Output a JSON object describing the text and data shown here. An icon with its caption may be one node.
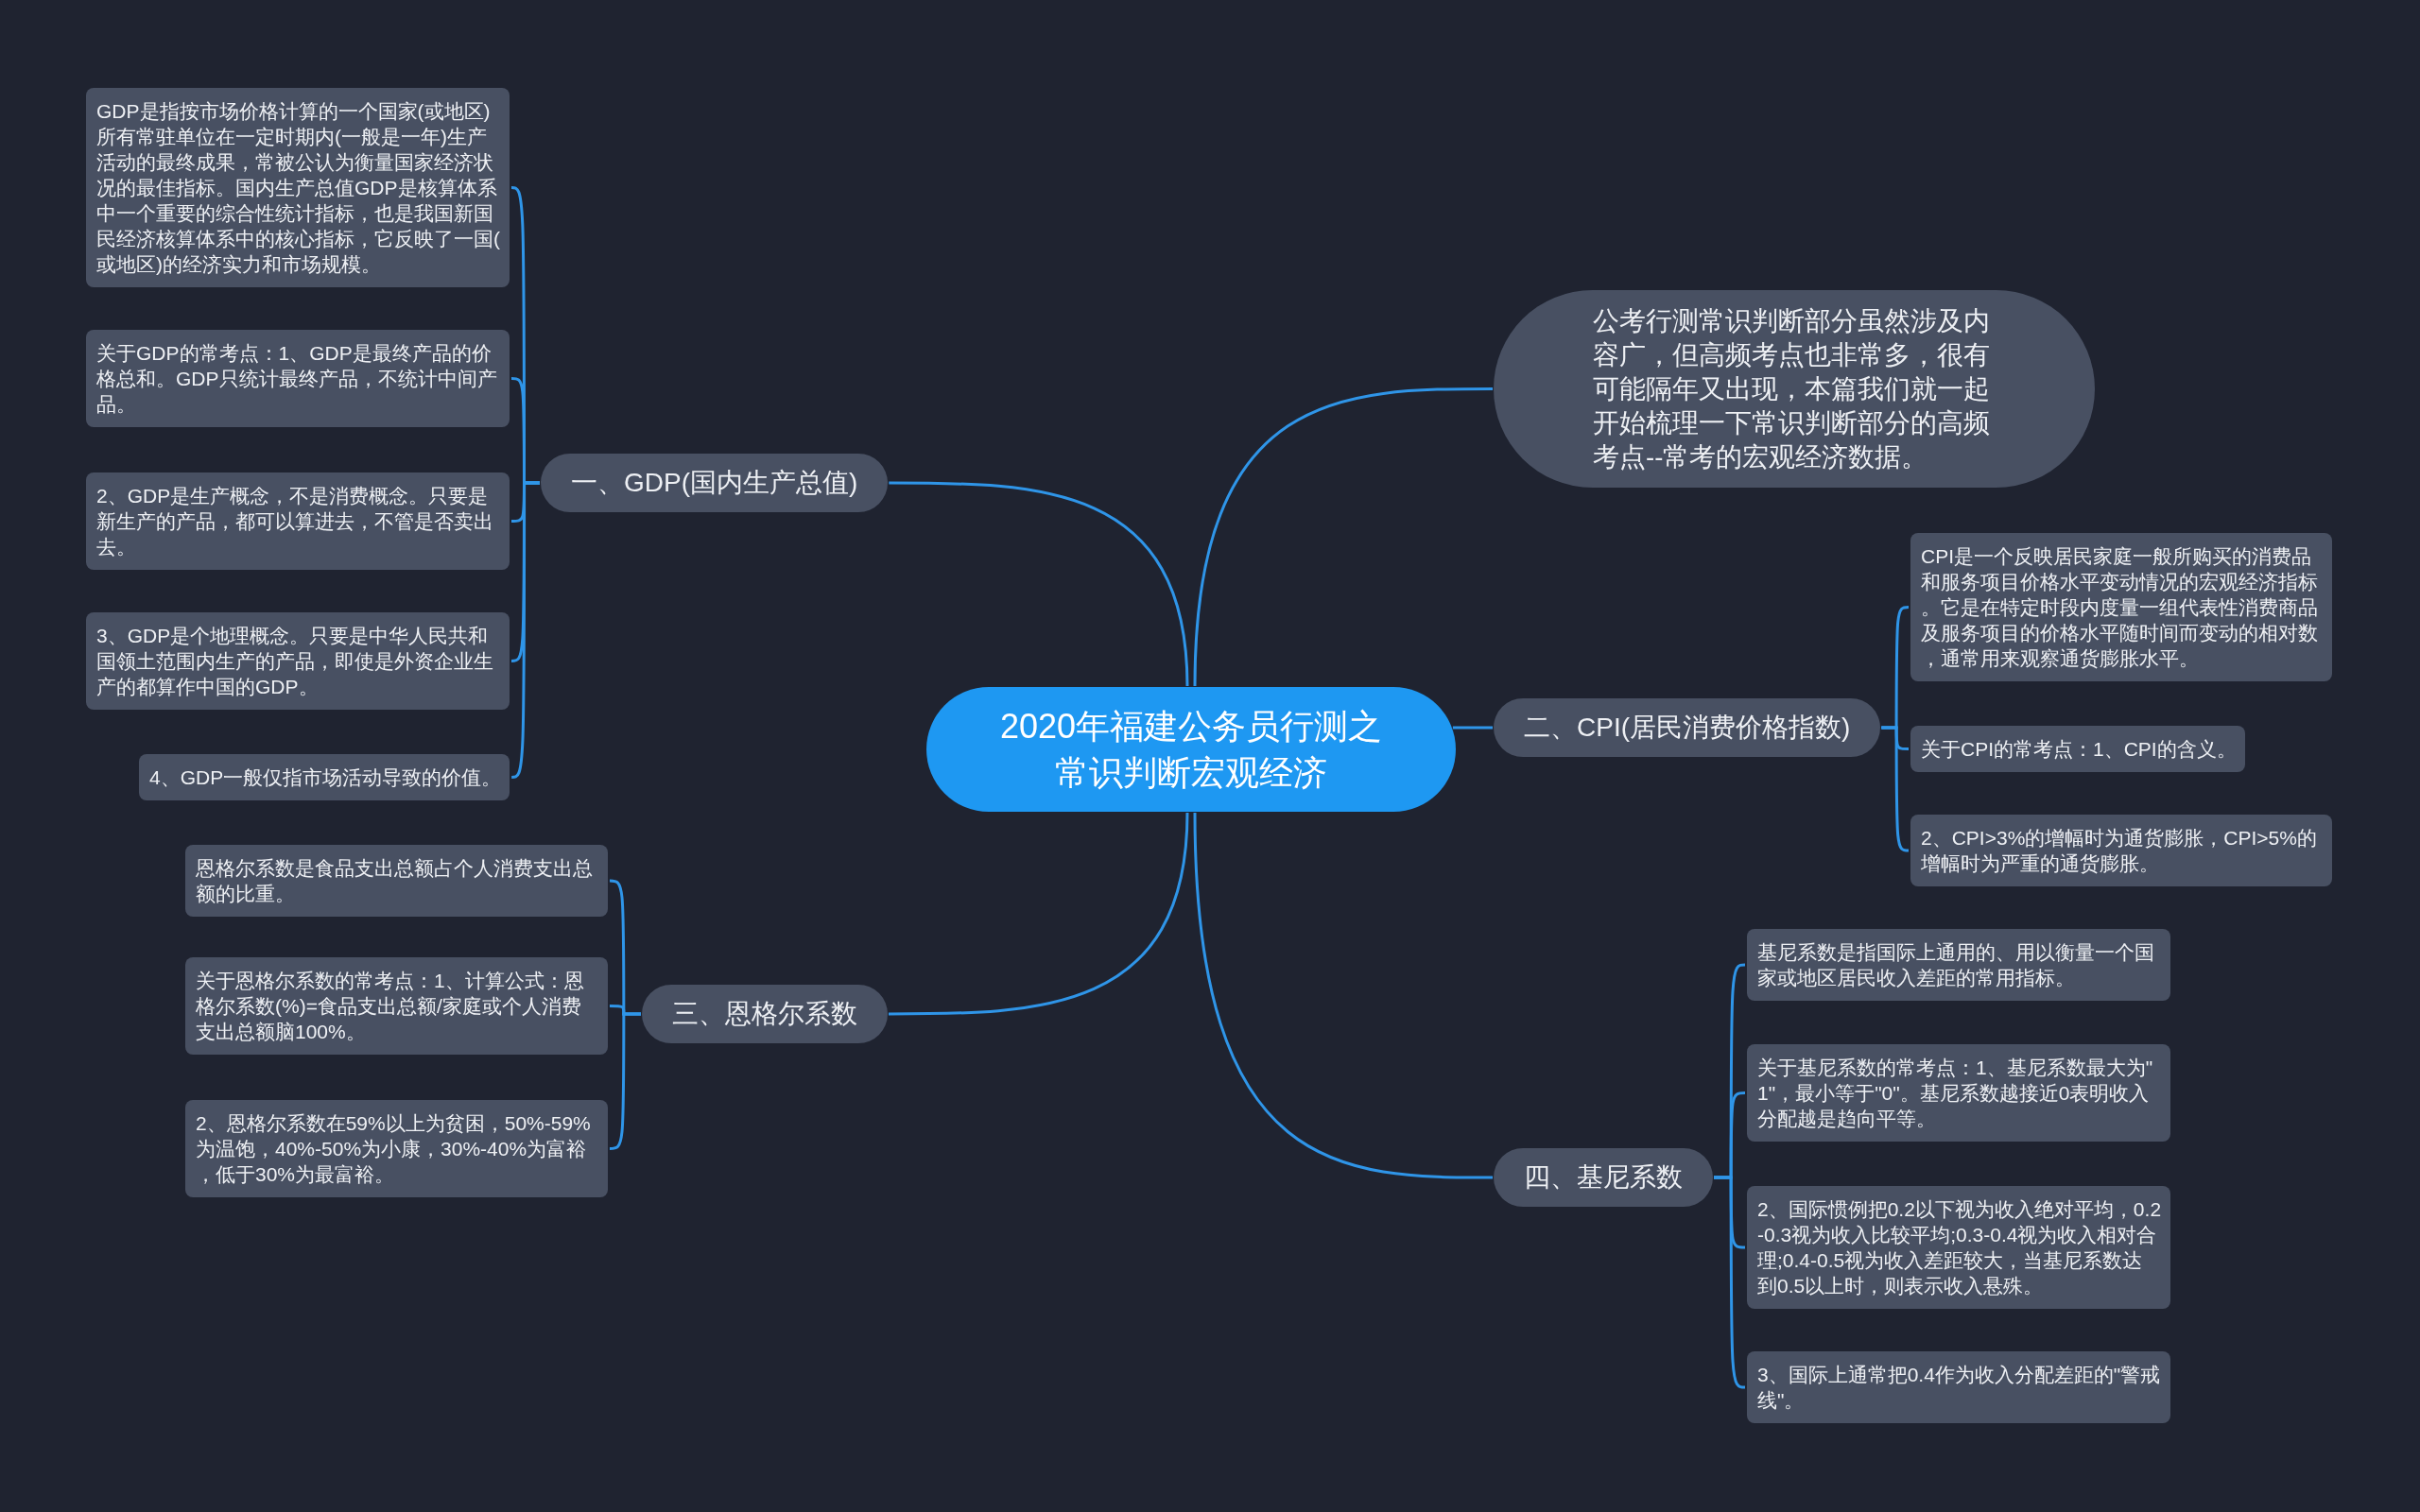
{
  "diagram": {
    "nodes": [
      {
        "text": [
          "2020年福建公务员行测之常识判断宏观经济"
        ]
      },
      {
        "text": [
          "公考行测常识判断部分虽然涉及内容广，但高频考点也非常多，很有可能隔年又出现，本篇我们就一起开始梳理一下常识判断部分的高频考点--常考的宏观经济数据。"
        ]
      },
      {
        "text": [
          "一、GDP(国内生产总值)"
        ]
      },
      {
        "text": [
          "GDP是指按市场价格计算的一个国家(或地区)所有常驻单位在一定时期内(一般是一年)生产活动的最终成果，常被公认为衡量国家经济状况的最佳指标。国内生产总值GDP是核算体系中一个重要的综合性统计指标，也是我国新国民经济核算体系中的核心指标，它反映了一国(或地区)的经济实力和市场规模。"
        ]
      },
      {
        "text": [
          "关于GDP的常考点：1、GDP是最终产品的价格总和。GDP只统计最终产品，不统计中间产品。"
        ]
      },
      {
        "text": [
          "2、GDP是生产概念，不是消费概念。只要是新生产的产品，都可以算进去，不管是否卖出去。"
        ]
      },
      {
        "text": [
          "3、GDP是个地理概念。只要是中华人民共和国领土范围内生产的产品，即使是外资企业生产的都算作中国的GDP。"
        ]
      },
      {
        "text": [
          "4、GDP一般仅指市场活动导致的价值。"
        ]
      },
      {
        "text": [
          "二、CPI(居民消费价格指数)"
        ]
      },
      {
        "text": [
          "CPI是一个反映居民家庭一般所购买的消费品和服务项目价格水平变动情况的宏观经济指标。它是在特定时段内度量一组代表性消费商品及服务项目的价格水平随时间而变动的相对数，通常用来观察通货膨胀水平。"
        ]
      },
      {
        "text": [
          "关于CPI的常考点：1、CPI的含义。"
        ]
      },
      {
        "text": [
          "2、CPI>3%的增幅时为通货膨胀，CPI>5%的增幅时为严重的通货膨胀。"
        ]
      },
      {
        "text": [
          "三、恩格尔系数"
        ]
      },
      {
        "text": [
          "恩格尔系数是食品支出总额占个人消费支出总额的比重。"
        ]
      },
      {
        "text": [
          "关于恩格尔系数的常考点：1、计算公式：恩格尔系数(%)=食品支出总额/家庭或个人消费支出总额脑100%。"
        ]
      },
      {
        "text": [
          "2、恩格尔系数在59%以上为贫困，50%-59%为温饱，40%-50%为小康，30%-40%为富裕，低于30%为最富裕。"
        ]
      },
      {
        "text": [
          "四、基尼系数"
        ]
      },
      {
        "text": [
          "基尼系数是指国际上通用的、用以衡量一个国家或地区居民收入差距的常用指标。"
        ]
      },
      {
        "text": [
          "关于基尼系数的常考点：1、基尼系数最大为\"1\"，最小等于\"0\"。基尼系数越接近0表明收入分配越是趋向平等。"
        ]
      },
      {
        "text": [
          "2、国际惯例把0.2以下视为收入绝对平均，0.2-0.3视为收入比较平均;0.3-0.4视为收入相对合理;0.4-0.5视为收入差距较大，当基尼系数达到0.5以上时，则表示收入悬殊。"
        ]
      },
      {
        "text": [
          "3、国际上通常把0.4作为收入分配差距的\"警戒线\"。"
        ]
      }
    ],
    "edges": [
      {
        "from": 0,
        "to": 1,
        "arrow": "none"
      },
      {
        "from": 0,
        "to": 2,
        "arrow": "none"
      },
      {
        "from": 2,
        "to": 3,
        "arrow": "none"
      },
      {
        "from": 2,
        "to": 4,
        "arrow": "none"
      },
      {
        "from": 2,
        "to": 5,
        "arrow": "none"
      },
      {
        "from": 2,
        "to": 6,
        "arrow": "none"
      },
      {
        "from": 2,
        "to": 7,
        "arrow": "none"
      },
      {
        "from": 0,
        "to": 8,
        "arrow": "none"
      },
      {
        "from": 8,
        "to": 9,
        "arrow": "none"
      },
      {
        "from": 8,
        "to": 10,
        "arrow": "none"
      },
      {
        "from": 8,
        "to": 11,
        "arrow": "none"
      },
      {
        "from": 0,
        "to": 12,
        "arrow": "none"
      },
      {
        "from": 12,
        "to": 13,
        "arrow": "none"
      },
      {
        "from": 12,
        "to": 14,
        "arrow": "none"
      },
      {
        "from": 12,
        "to": 15,
        "arrow": "none"
      },
      {
        "from": 0,
        "to": 16,
        "arrow": "none"
      },
      {
        "from": 16,
        "to": 17,
        "arrow": "none"
      },
      {
        "from": 16,
        "to": 18,
        "arrow": "none"
      },
      {
        "from": 16,
        "to": 19,
        "arrow": "none"
      },
      {
        "from": 16,
        "to": 20,
        "arrow": "none"
      }
    ]
  }
}
